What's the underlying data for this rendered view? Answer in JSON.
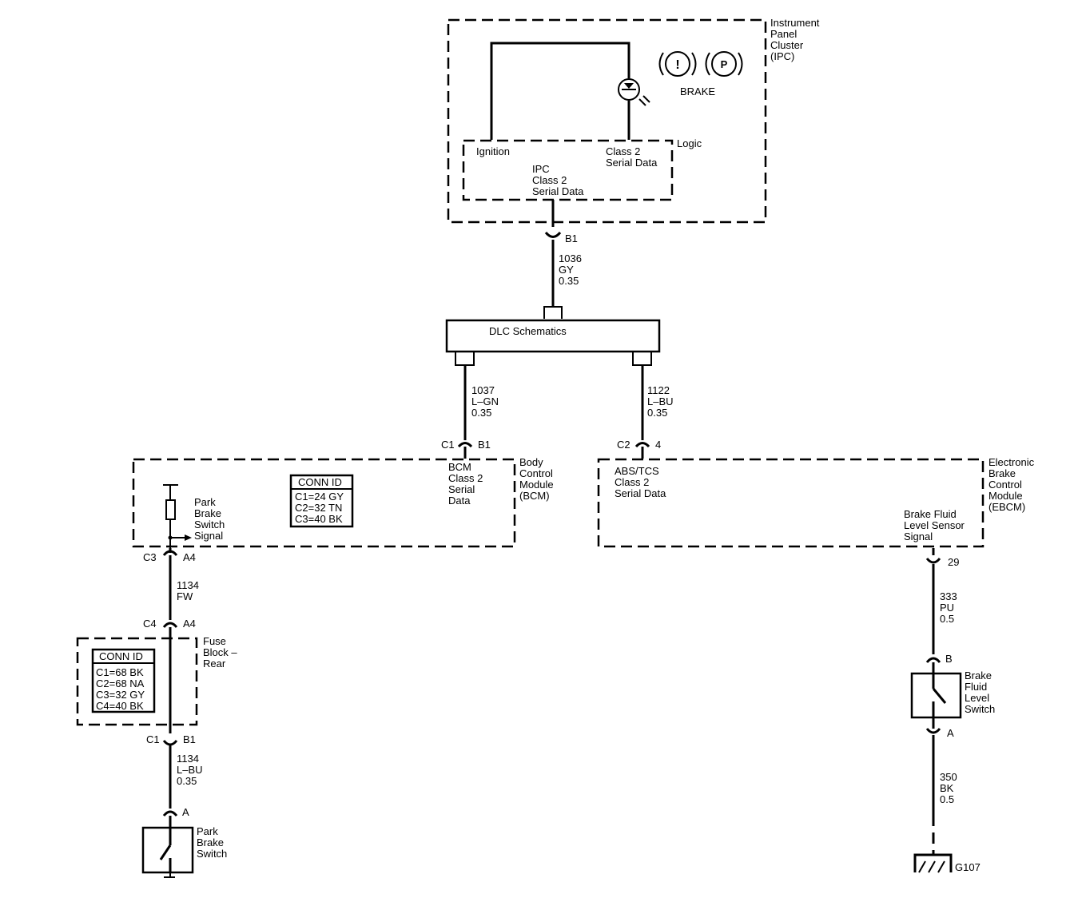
{
  "ipc": {
    "title": [
      "Instrument",
      "Panel",
      "Cluster",
      "(IPC)"
    ],
    "logic": "Logic",
    "ignition": "Ignition",
    "class2": [
      "Class 2",
      "Serial Data"
    ],
    "ipc_data": [
      "IPC",
      "Class 2",
      "Serial Data"
    ],
    "brake": "BRAKE",
    "icon_excl": "!",
    "icon_p": "P"
  },
  "wire_1036": {
    "pin": "B1",
    "circuit": "1036",
    "color": "GY",
    "size": "0.35"
  },
  "dlc": {
    "label": "DLC Schematics"
  },
  "wire_1037": {
    "conn": "C1",
    "pin": "B1",
    "circuit": "1037",
    "color": "L–GN",
    "size": "0.35"
  },
  "wire_1122": {
    "conn": "C2",
    "pin": "4",
    "circuit": "1122",
    "color": "L–BU",
    "size": "0.35"
  },
  "bcm": {
    "title": [
      "Body",
      "Control",
      "Module",
      "(BCM)"
    ],
    "data_label": [
      "BCM",
      "Class 2",
      "Serial",
      "Data"
    ],
    "conn_id_title": "CONN ID",
    "conn_ids": [
      "C1=24 GY",
      "C2=32 TN",
      "C3=40 BK"
    ],
    "park_signal": [
      "Park",
      "Brake",
      "Switch",
      "Signal"
    ]
  },
  "ebcm": {
    "title": [
      "Electronic",
      "Brake",
      "Control",
      "Module",
      "(EBCM)"
    ],
    "data_label": [
      "ABS/TCS",
      "Class 2",
      "Serial Data"
    ],
    "fluid_signal": [
      "Brake Fluid",
      "Level Sensor",
      "Signal"
    ]
  },
  "wire_1134_fw": {
    "conn_top": "C3",
    "pin_top": "A4",
    "circuit": "1134",
    "color": "FW",
    "conn_bot": "C4",
    "pin_bot": "A4"
  },
  "fuse_block": {
    "title": [
      "Fuse",
      "Block –",
      "Rear"
    ],
    "conn_id_title": "CONN ID",
    "conn_ids": [
      "C1=68 BK",
      "C2=68 NA",
      "C3=32 GY",
      "C4=40 BK"
    ]
  },
  "wire_1134_lbu": {
    "conn": "C1",
    "pin": "B1",
    "circuit": "1134",
    "color": "L–BU",
    "size": "0.35"
  },
  "park_switch": {
    "pin": "A",
    "label": [
      "Park",
      "Brake",
      "Switch"
    ]
  },
  "wire_333": {
    "pin": "29",
    "circuit": "333",
    "color": "PU",
    "size": "0.5"
  },
  "fluid_switch": {
    "pin_top": "B",
    "pin_bot": "A",
    "label": [
      "Brake",
      "Fluid",
      "Level",
      "Switch"
    ]
  },
  "wire_350": {
    "circuit": "350",
    "color": "BK",
    "size": "0.5"
  },
  "ground": {
    "label": "G107"
  }
}
